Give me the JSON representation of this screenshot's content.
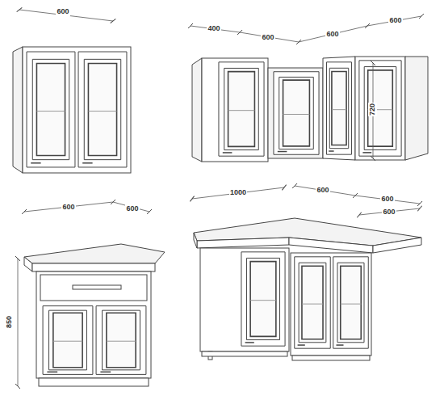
{
  "diagram": {
    "labels": [
      "600",
      "400",
      "600",
      "600",
      "600",
      "720",
      "600",
      "600",
      "850",
      "1000",
      "600",
      "600",
      "600"
    ]
  }
}
